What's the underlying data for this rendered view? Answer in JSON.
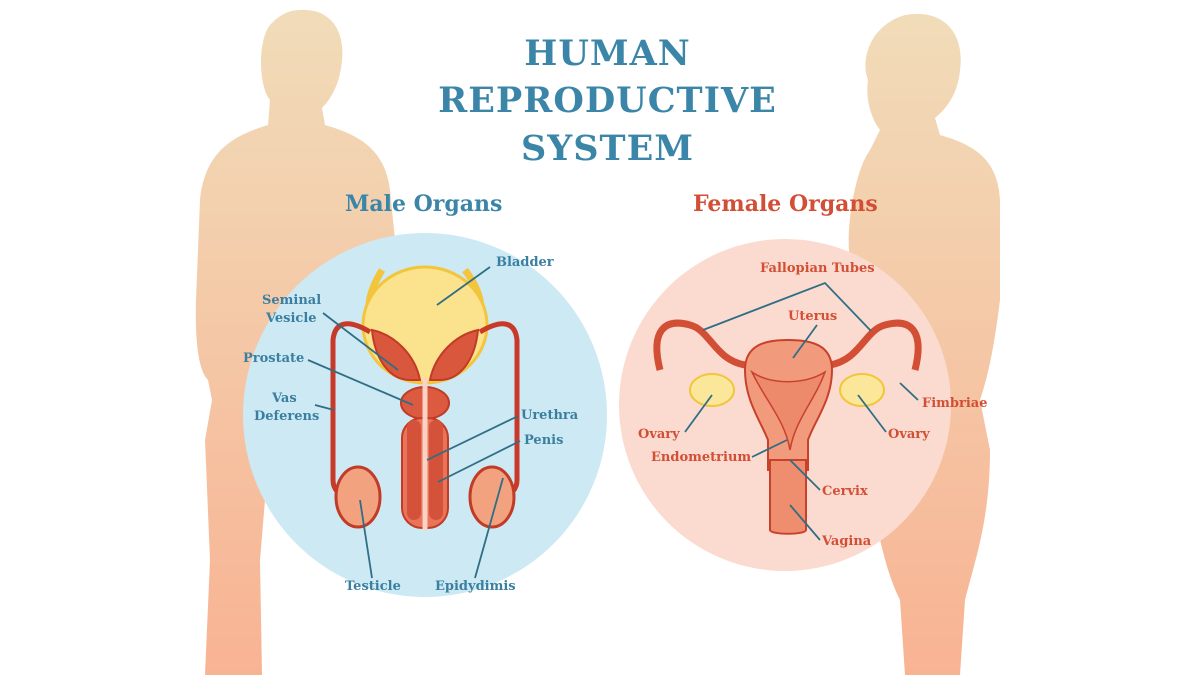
{
  "title": {
    "line1": "HUMAN",
    "line2": "REPRODUCTIVE",
    "line3": "SYSTEM"
  },
  "male": {
    "heading": "Male Organs",
    "labels": {
      "bladder": "Bladder",
      "seminal_vesicle_1": "Seminal",
      "seminal_vesicle_2": "Vesicle",
      "prostate": "Prostate",
      "vas_deferens_1": "Vas",
      "vas_deferens_2": "Deferens",
      "urethra": "Urethra",
      "penis": "Penis",
      "testicle": "Testicle",
      "epidydimis": "Epidydimis"
    }
  },
  "female": {
    "heading": "Female Organs",
    "labels": {
      "fallopian_tubes": "Fallopian Tubes",
      "uterus": "Uterus",
      "ovary_left": "Ovary",
      "ovary_right": "Ovary",
      "endometrium": "Endometrium",
      "fimbriae": "Fimbriae",
      "cervix": "Cervix",
      "vagina": "Vagina"
    }
  },
  "colors": {
    "male_accent": "#3b86a8",
    "female_accent": "#d24f35",
    "male_circle": "#cde9f3",
    "female_circle": "#fbdbd0"
  }
}
